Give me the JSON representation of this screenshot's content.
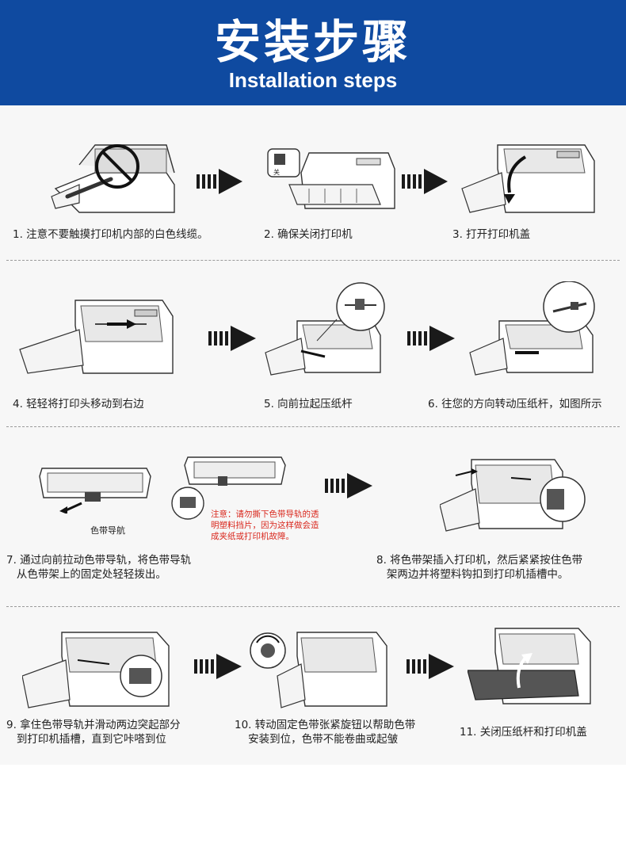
{
  "header": {
    "title": "安装步骤",
    "subtitle": "Installation steps"
  },
  "colors": {
    "banner": "#0f4aa0",
    "warning": "#d9281e",
    "arrow": "#1a1a1a"
  },
  "steps": [
    {
      "caption": "1. 注意不要触摸打印机内部的白色线缆。"
    },
    {
      "caption": "2. 确保关闭打印机"
    },
    {
      "caption": "3. 打开打印机盖"
    },
    {
      "caption": "4. 轻轻将打印头移动到右边"
    },
    {
      "caption": "5. 向前拉起压纸杆"
    },
    {
      "caption": "6. 往您的方向转动压纸杆，如图所示"
    },
    {
      "caption": "7. 通过向前拉动色带导轨，将色带导轨\n   从色带架上的固定处轻轻拨出。"
    },
    {
      "caption": "8. 将色带架插入打印机，然后紧紧按住色带\n   架两边并将塑料钩扣到打印机插槽中。"
    },
    {
      "caption": "9. 拿住色带导轨并滑动两边突起部分\n   到打印机插槽，直到它咔嗒到位"
    },
    {
      "caption": "10. 转动固定色带张紧旋钮以帮助色带\n    安装到位，色带不能卷曲或起皱"
    },
    {
      "caption": "11. 关闭压纸杆和打印机盖"
    }
  ],
  "labels": {
    "ribbon_guide": "色带导航",
    "warning_note": "注意：请勿撕下色带导轨的透\n明塑料挡片，因为这样做会造\n成夹纸或打印机故障。",
    "switch_mark": "关"
  }
}
